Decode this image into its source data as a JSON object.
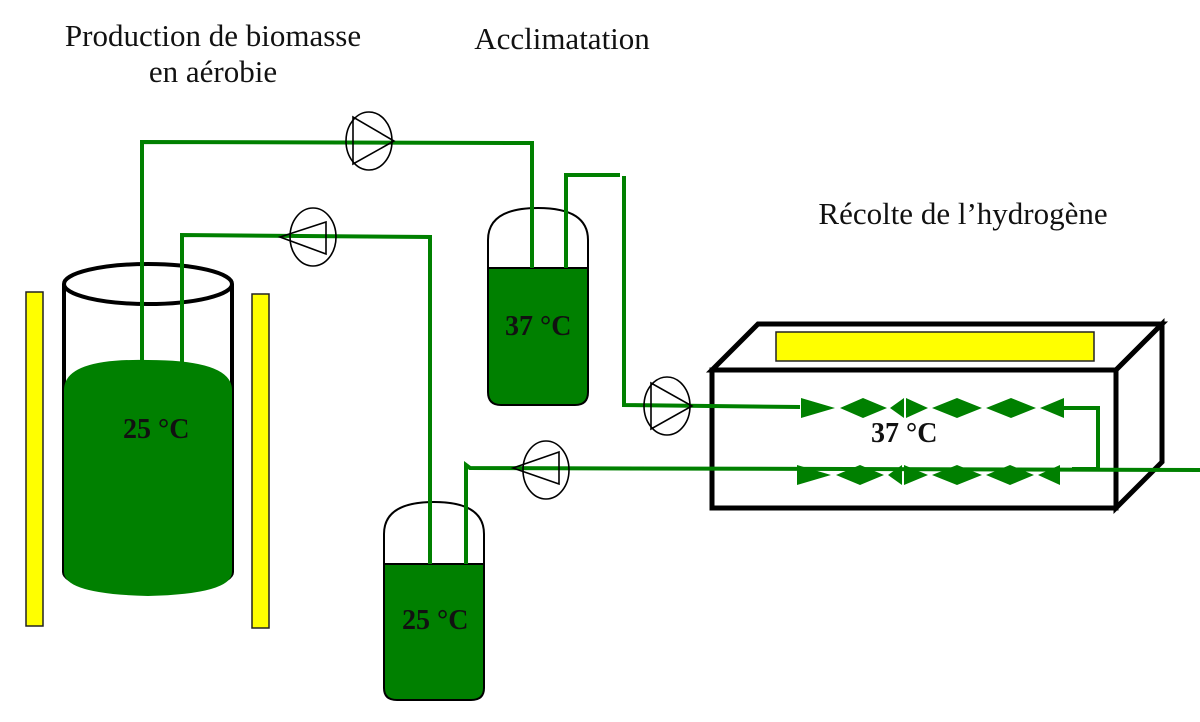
{
  "labels": {
    "biomass_line1": "Production de biomasse",
    "biomass_line2": "en aérobie",
    "acclimatation": "Acclimatation",
    "harvest": "Récolte de l’hydrogène"
  },
  "temperatures": {
    "main_reactor": "25 °C",
    "acclimatation_vessel": "37 °C",
    "lower_vessel": "25 °C",
    "photobioreactor": "37 °C"
  },
  "colors": {
    "culture_green": "#008000",
    "light_yellow": "#ffff00",
    "outline": "#000000"
  }
}
